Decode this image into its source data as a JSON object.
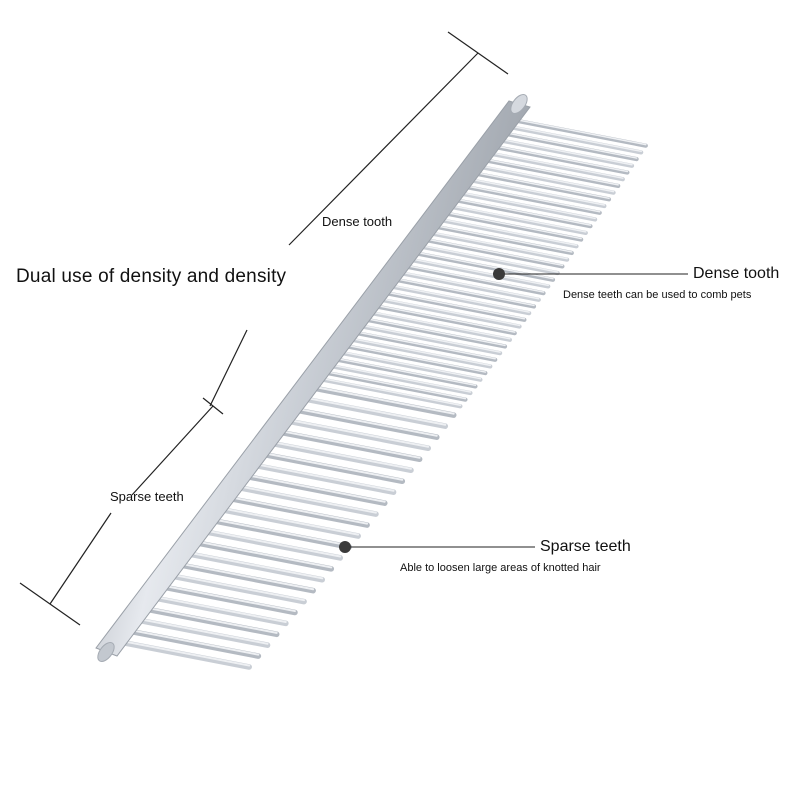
{
  "headline": "Dual use of density and density",
  "dimension_labels": {
    "dense": "Dense tooth",
    "sparse": "Sparse teeth"
  },
  "callouts": {
    "dense": {
      "title": "Dense tooth",
      "description": "Dense teeth can be used to comb pets"
    },
    "sparse": {
      "title": "Sparse teeth",
      "description": "Able to loosen large areas of knotted hair"
    }
  },
  "colors": {
    "background": "#ffffff",
    "steel_light": "#e6e9ee",
    "steel_mid": "#b9bec6",
    "steel_dark": "#8d939c",
    "line": "#222222",
    "dot": "#3a3a3a"
  },
  "comb": {
    "dense_teeth": 40,
    "sparse_teeth": 24
  }
}
